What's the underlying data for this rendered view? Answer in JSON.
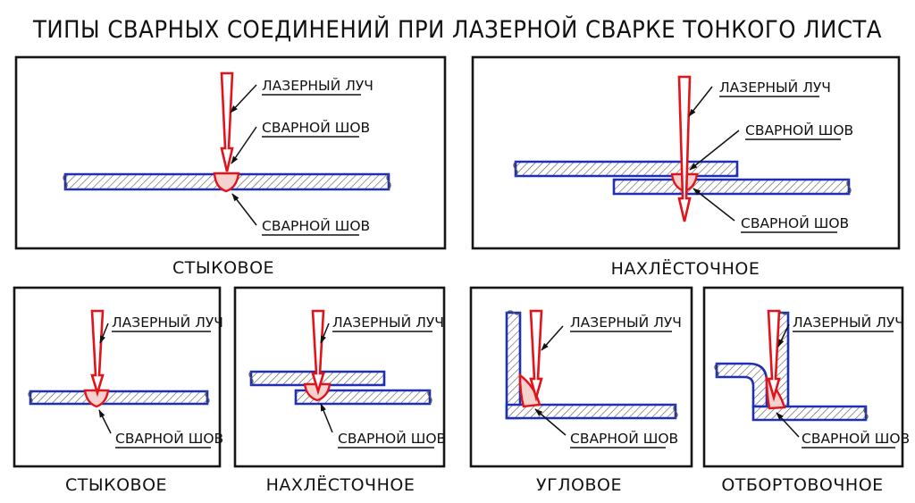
{
  "title": "ТИПЫ СВАРНЫХ СОЕДИНЕНИЙ ПРИ ЛАЗЕРНОЙ СВАРКЕ ТОНКОГО ЛИСТА",
  "colors": {
    "frame": "#151515",
    "plate_outline": "#1e2fb3",
    "hatch": "#555555",
    "laser_beam": "#e3131b",
    "weld_fill": "#f6d2cf",
    "text": "#111111"
  },
  "panels": [
    {
      "caption": "СТЫКОВОЕ",
      "labels": [
        "ЛАЗЕРНЫЙ ЛУЧ",
        "СВАРНОЙ ШОВ",
        "СВАРНОЙ ШОВ"
      ]
    },
    {
      "caption": "НАХЛЁСТОЧНОЕ",
      "labels": [
        "ЛАЗЕРНЫЙ ЛУЧ",
        "СВАРНОЙ ШОВ",
        "СВАРНОЙ ШОВ"
      ]
    },
    {
      "caption": "СТЫКОВОЕ",
      "labels": [
        "ЛАЗЕРНЫЙ ЛУЧ",
        "СВАРНОЙ ШОВ"
      ]
    },
    {
      "caption": "НАХЛЁСТОЧНОЕ",
      "labels": [
        "ЛАЗЕРНЫЙ ЛУЧ",
        "СВАРНОЙ ШОВ"
      ]
    },
    {
      "caption": "УГЛОВОЕ",
      "labels": [
        "ЛАЗЕРНЫЙ ЛУЧ",
        "СВАРНОЙ ШОВ"
      ]
    },
    {
      "caption": "ОТБОРТОВОЧНОЕ",
      "labels": [
        "ЛАЗЕРНЫЙ ЛУЧ",
        "СВАРНОЙ ШОВ"
      ]
    }
  ]
}
